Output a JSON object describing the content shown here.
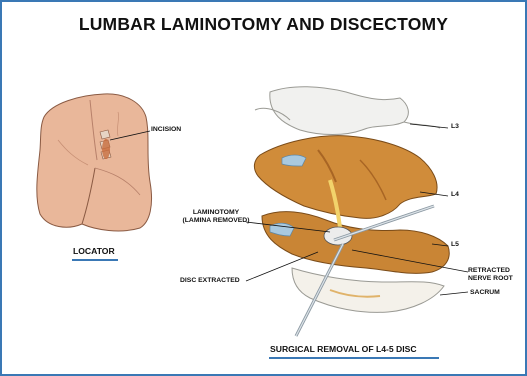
{
  "title": "LUMBAR LAMINOTOMY AND DISCECTOMY",
  "locator": {
    "caption": "LOCATOR",
    "incision_label": "INCISION"
  },
  "surgical_view": {
    "caption": "SURGICAL REMOVAL OF L4-5 DISC",
    "labels": {
      "l3": "L3",
      "l4": "L4",
      "l5": "L5",
      "laminotomy_line1": "LAMINOTOMY",
      "laminotomy_line2": "(LAMINA REMOVED)",
      "disc_extracted": "DISC EXTRACTED",
      "retracted_line1": "RETRACTED",
      "retracted_line2": "NERVE ROOT",
      "sacrum": "SACRUM"
    }
  },
  "colors": {
    "frame": "#3a78b5",
    "caption_rule": "#3a78b5",
    "skin": "#e9b79a",
    "bone": "#d08c3a",
    "bone_light": "#f1f1ef",
    "instrument": "#b9c4cc",
    "nerve": "#f2d36b"
  }
}
